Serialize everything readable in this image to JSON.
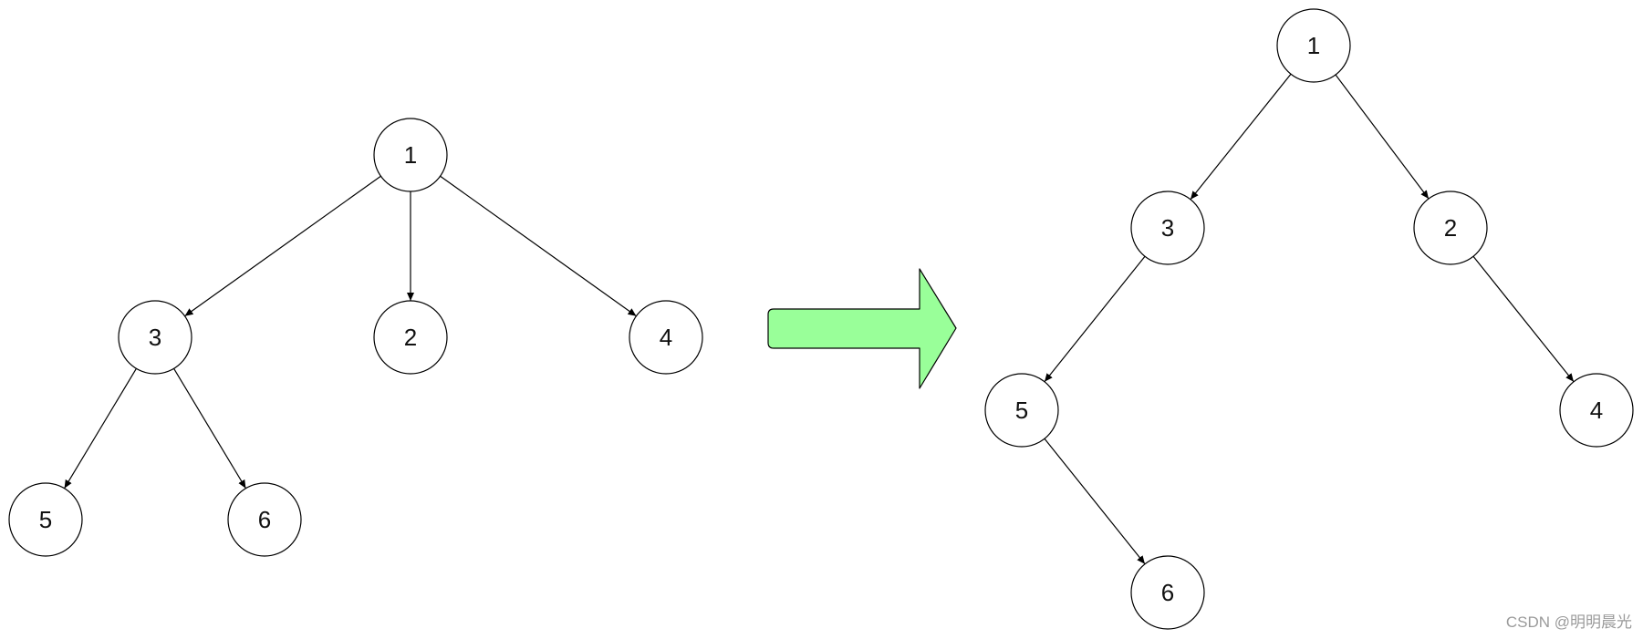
{
  "diagram": {
    "before_tree": {
      "nodes": [
        {
          "id": "b1",
          "label": "1"
        },
        {
          "id": "b3",
          "label": "3"
        },
        {
          "id": "b2",
          "label": "2"
        },
        {
          "id": "b4",
          "label": "4"
        },
        {
          "id": "b5",
          "label": "5"
        },
        {
          "id": "b6",
          "label": "6"
        }
      ],
      "edges": [
        {
          "from": "b1",
          "to": "b3"
        },
        {
          "from": "b1",
          "to": "b2"
        },
        {
          "from": "b1",
          "to": "b4"
        },
        {
          "from": "b3",
          "to": "b5"
        },
        {
          "from": "b3",
          "to": "b6"
        }
      ]
    },
    "after_tree": {
      "nodes": [
        {
          "id": "a1",
          "label": "1"
        },
        {
          "id": "a3",
          "label": "3"
        },
        {
          "id": "a2",
          "label": "2"
        },
        {
          "id": "a5",
          "label": "5"
        },
        {
          "id": "a4",
          "label": "4"
        },
        {
          "id": "a6",
          "label": "6"
        }
      ],
      "edges": [
        {
          "from": "a1",
          "to": "a3"
        },
        {
          "from": "a1",
          "to": "a2"
        },
        {
          "from": "a3",
          "to": "a5"
        },
        {
          "from": "a2",
          "to": "a4"
        },
        {
          "from": "a5",
          "to": "a6"
        }
      ]
    },
    "transform_arrow": {
      "fill_color": "#99ff99"
    }
  },
  "watermark": {
    "text": "CSDN @明明晨光"
  }
}
